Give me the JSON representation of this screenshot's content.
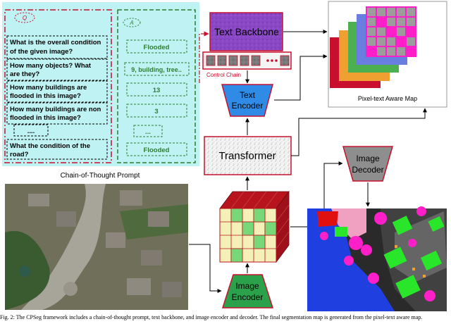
{
  "cot_panel": {
    "title": "Chain-of-Thought Prompt",
    "questions": [
      [
        "What is the overall condition",
        "of the given image?"
      ],
      [
        "How many objects? What",
        "are they?"
      ],
      [
        "How many buildings are",
        "flooded in this image?"
      ],
      [
        "How many buildings are non",
        "flooded in this image?"
      ],
      [
        "...."
      ],
      [
        "What the condition of the",
        "road?"
      ]
    ],
    "answers": [
      "Flooded",
      "9, building, tree..",
      "13",
      "3",
      "...",
      "Flooded"
    ]
  },
  "blocks": {
    "text_backbone": "Text Backbone",
    "control_chain": "Control Chain",
    "text_encoder": [
      "Text",
      "Encoder"
    ],
    "transformer": "Transformer",
    "image_decoder": [
      "Image",
      "Decoder"
    ],
    "image_encoder": [
      "Image",
      "Encoder"
    ],
    "pixel_text_map": "Pixel-text Aware Map"
  },
  "caption": "Fig. 2: The CPSeg framework includes a chain-of-thought prompt, text backbone, and image encoder and decoder. The final segmentation map is generated from the pixel-text aware map."
}
